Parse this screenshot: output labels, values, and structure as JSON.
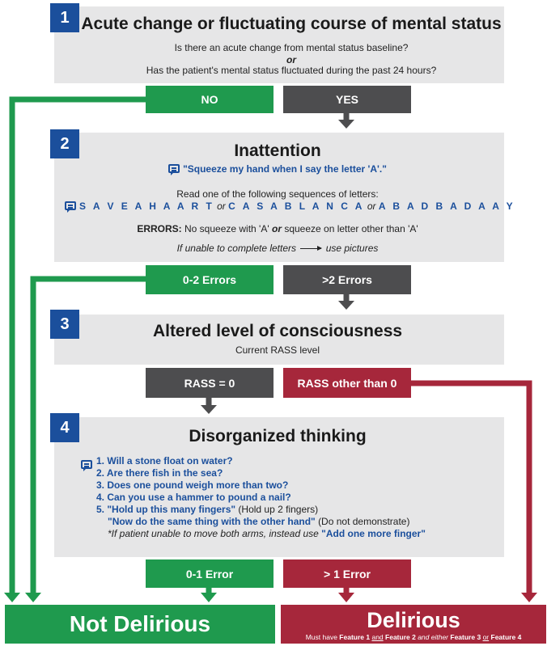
{
  "colors": {
    "green": "#1f9a4e",
    "red": "#a6273b",
    "dark": "#4d4d4f",
    "blue": "#1b4f9c",
    "panel": "#e6e6e7"
  },
  "feature1": {
    "number": "1",
    "title": "Acute change or fluctuating course of mental status",
    "line1": "Is there an acute change from mental status baseline?",
    "or": "or",
    "line2": "Has the patient's mental status fluctuated during the past 24 hours?",
    "no": "NO",
    "yes": "YES"
  },
  "feature2": {
    "number": "2",
    "title": "Inattention",
    "prompt": "\"Squeeze my hand when I say the letter 'A'.\"",
    "read": "Read one of the following sequences of letters:",
    "seq1": "S A V E A H A A R T",
    "or1": "or",
    "seq2": "C A S A B L A N C A",
    "or2": "or",
    "seq3": "A B A D B A D A A Y",
    "errors_label": "ERRORS:",
    "errors_a": "No squeeze with 'A'",
    "errors_or": "or",
    "errors_b": "squeeze on letter other than 'A'",
    "unable": "If unable to complete letters",
    "pictures": "use pictures",
    "low": "0-2 Errors",
    "high": ">2 Errors"
  },
  "feature3": {
    "number": "3",
    "title": "Altered level of consciousness",
    "sub": "Current RASS level",
    "zero": "RASS = 0",
    "other": "RASS other than 0"
  },
  "feature4": {
    "number": "4",
    "title": "Disorganized thinking",
    "q1": "1. Will a stone float on water?",
    "q2": "2. Are there fish in the sea?",
    "q3": "3. Does one pound weigh more than two?",
    "q4": "4. Can you use a hammer to pound a nail?",
    "q5a": "5. \"Hold up this many fingers\"",
    "q5b": "(Hold up 2 fingers)",
    "q5c": "\"Now do the same thing with the other hand\"",
    "q5d": "(Do not demonstrate)",
    "q5e": "*If patient unable to move both arms, instead use",
    "q5f": "\"Add one more finger\"",
    "low": "0-1 Error",
    "high": "> 1 Error"
  },
  "outcomes": {
    "not_delirious": "Not Delirious",
    "delirious": "Delirious",
    "must_have": "Must have",
    "f1": "Feature 1",
    "and": "and",
    "f2": "Feature 2",
    "and_either": "and either",
    "f3": "Feature 3",
    "or": "or",
    "f4": "Feature 4"
  }
}
